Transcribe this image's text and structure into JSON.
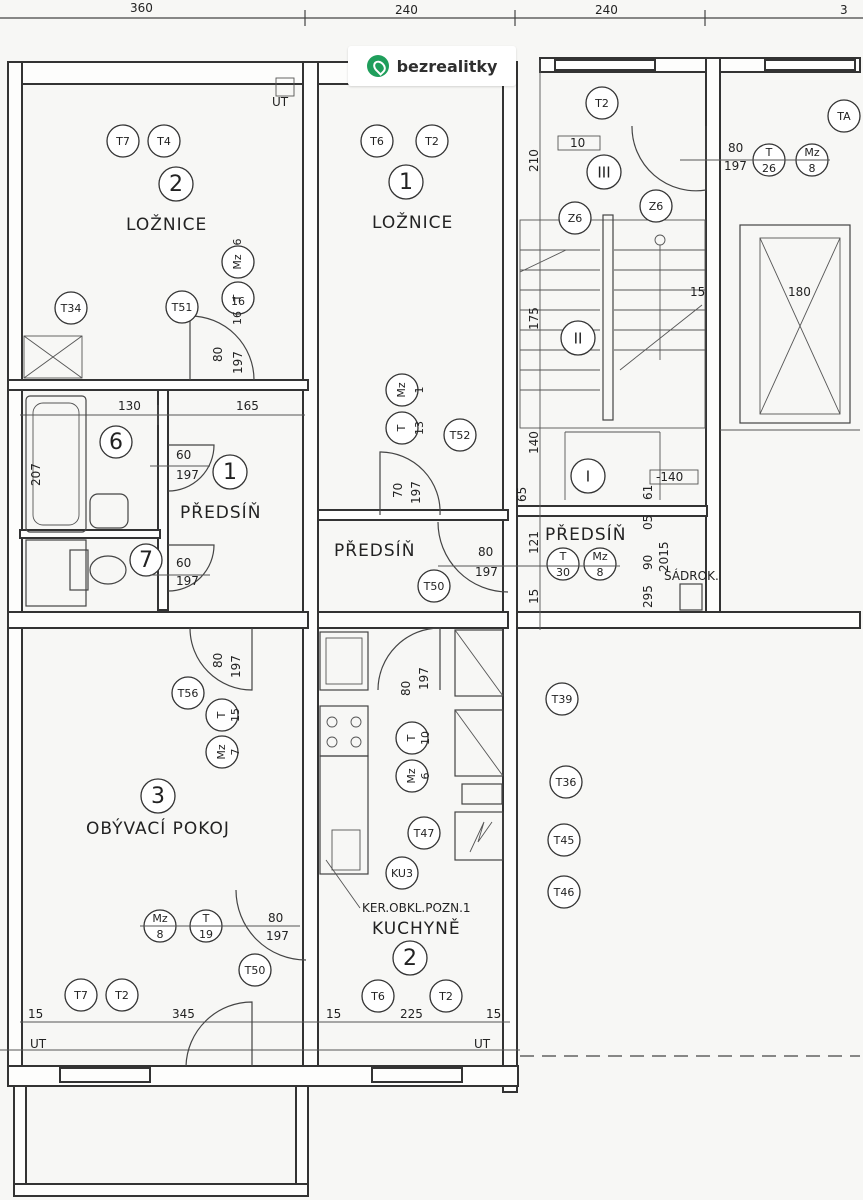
{
  "watermark": {
    "brand": "bezrealitky",
    "icon": "map-pin-icon",
    "color": "#1f9e5b"
  },
  "top_dims": [
    "360",
    "240",
    "240",
    "3"
  ],
  "rooms": {
    "loznice2": {
      "num": "2",
      "name": "LOŽNICE"
    },
    "loznice1": {
      "num": "1",
      "name": "LOŽNICE"
    },
    "predsin1": {
      "num": "1",
      "name": "PŘEDSÍŇ"
    },
    "predsin_mid": {
      "name": "PŘEDSÍŇ"
    },
    "predsin_right": {
      "name": "PŘEDSÍŇ"
    },
    "obyvaci": {
      "num": "3",
      "name": "OBÝVACÍ  POKOJ"
    },
    "kuchyne": {
      "num": "2",
      "name": "KUCHYNĚ"
    },
    "bath6": {
      "num": "6"
    },
    "wc7": {
      "num": "7"
    },
    "stair3": {
      "num": "III"
    },
    "stair2": {
      "num": "II"
    },
    "stair1": {
      "num": "I"
    }
  },
  "tags": {
    "t7a": "T7",
    "t4": "T4",
    "t6a": "T6",
    "t2a": "T2",
    "t2b": "T2",
    "ta": "TA",
    "t34": "T34",
    "t51": "T51",
    "t52": "T52",
    "t50a": "T50",
    "t56": "T56",
    "t39": "T39",
    "t36": "T36",
    "t47": "T47",
    "t45": "T45",
    "t46": "T46",
    "ku3": "KU3",
    "t50b": "T50",
    "t7b": "T7",
    "t2c": "T2",
    "t6b": "T6",
    "t2d": "T2",
    "z6a": "Z6",
    "z6b": "Z6"
  },
  "stacks": {
    "ts1": {
      "top": "T",
      "val": "16"
    },
    "mz1": {
      "top": "Mz",
      "val": "6"
    },
    "ts2": {
      "top": "T",
      "val": "13"
    },
    "mz2": {
      "top": "Mz",
      "val": "1"
    },
    "ts3": {
      "top": "T",
      "val": "15"
    },
    "mz3": {
      "top": "Mz",
      "val": "7"
    },
    "ts4": {
      "top": "T",
      "val": "10"
    },
    "mz4": {
      "top": "Mz",
      "val": "6"
    },
    "ts5": {
      "top": "T",
      "val": "30"
    },
    "mz5": {
      "top": "Mz",
      "val": "8"
    },
    "ts6": {
      "top": "T",
      "val": "26"
    },
    "mz6": {
      "top": "Mz",
      "val": "8"
    },
    "ts7": {
      "top": "T",
      "val": "19"
    },
    "mz7": {
      "top": "Mz",
      "val": "8"
    }
  },
  "doors": {
    "d1": {
      "w": "80",
      "h": "197"
    },
    "d2": {
      "w": "70",
      "h": "197"
    },
    "d3": {
      "w": "60",
      "h": "197"
    },
    "d4": {
      "w": "60",
      "h": "197"
    },
    "d5": {
      "w": "80",
      "h": "197"
    },
    "d6": {
      "w": "80",
      "h": "197"
    },
    "d7": {
      "w": "80",
      "h": "197"
    },
    "d8": {
      "w": "80",
      "h": "197"
    },
    "d9": {
      "w": "80",
      "h": "197"
    }
  },
  "dims": {
    "d130": "130",
    "d165": "165",
    "d210": "210",
    "d175": "175",
    "d140": "140",
    "d65": "65",
    "d121": "121",
    "d15a": "15",
    "d180": "180",
    "d15b": "15",
    "d10": "10",
    "dm140": "-140",
    "d2015": "2015",
    "d90": "90",
    "d05": "05",
    "d295": "295",
    "d61": "61",
    "b15a": "15",
    "b345": "345",
    "b15b": "15",
    "b225": "225",
    "b15c": "15",
    "d207": "207"
  },
  "notes": {
    "ut1": "UT",
    "ut2": "UT",
    "ut3": "UT",
    "sadrok": "SÁDROK.",
    "ker": "KER.OBKL.POZN.1"
  }
}
